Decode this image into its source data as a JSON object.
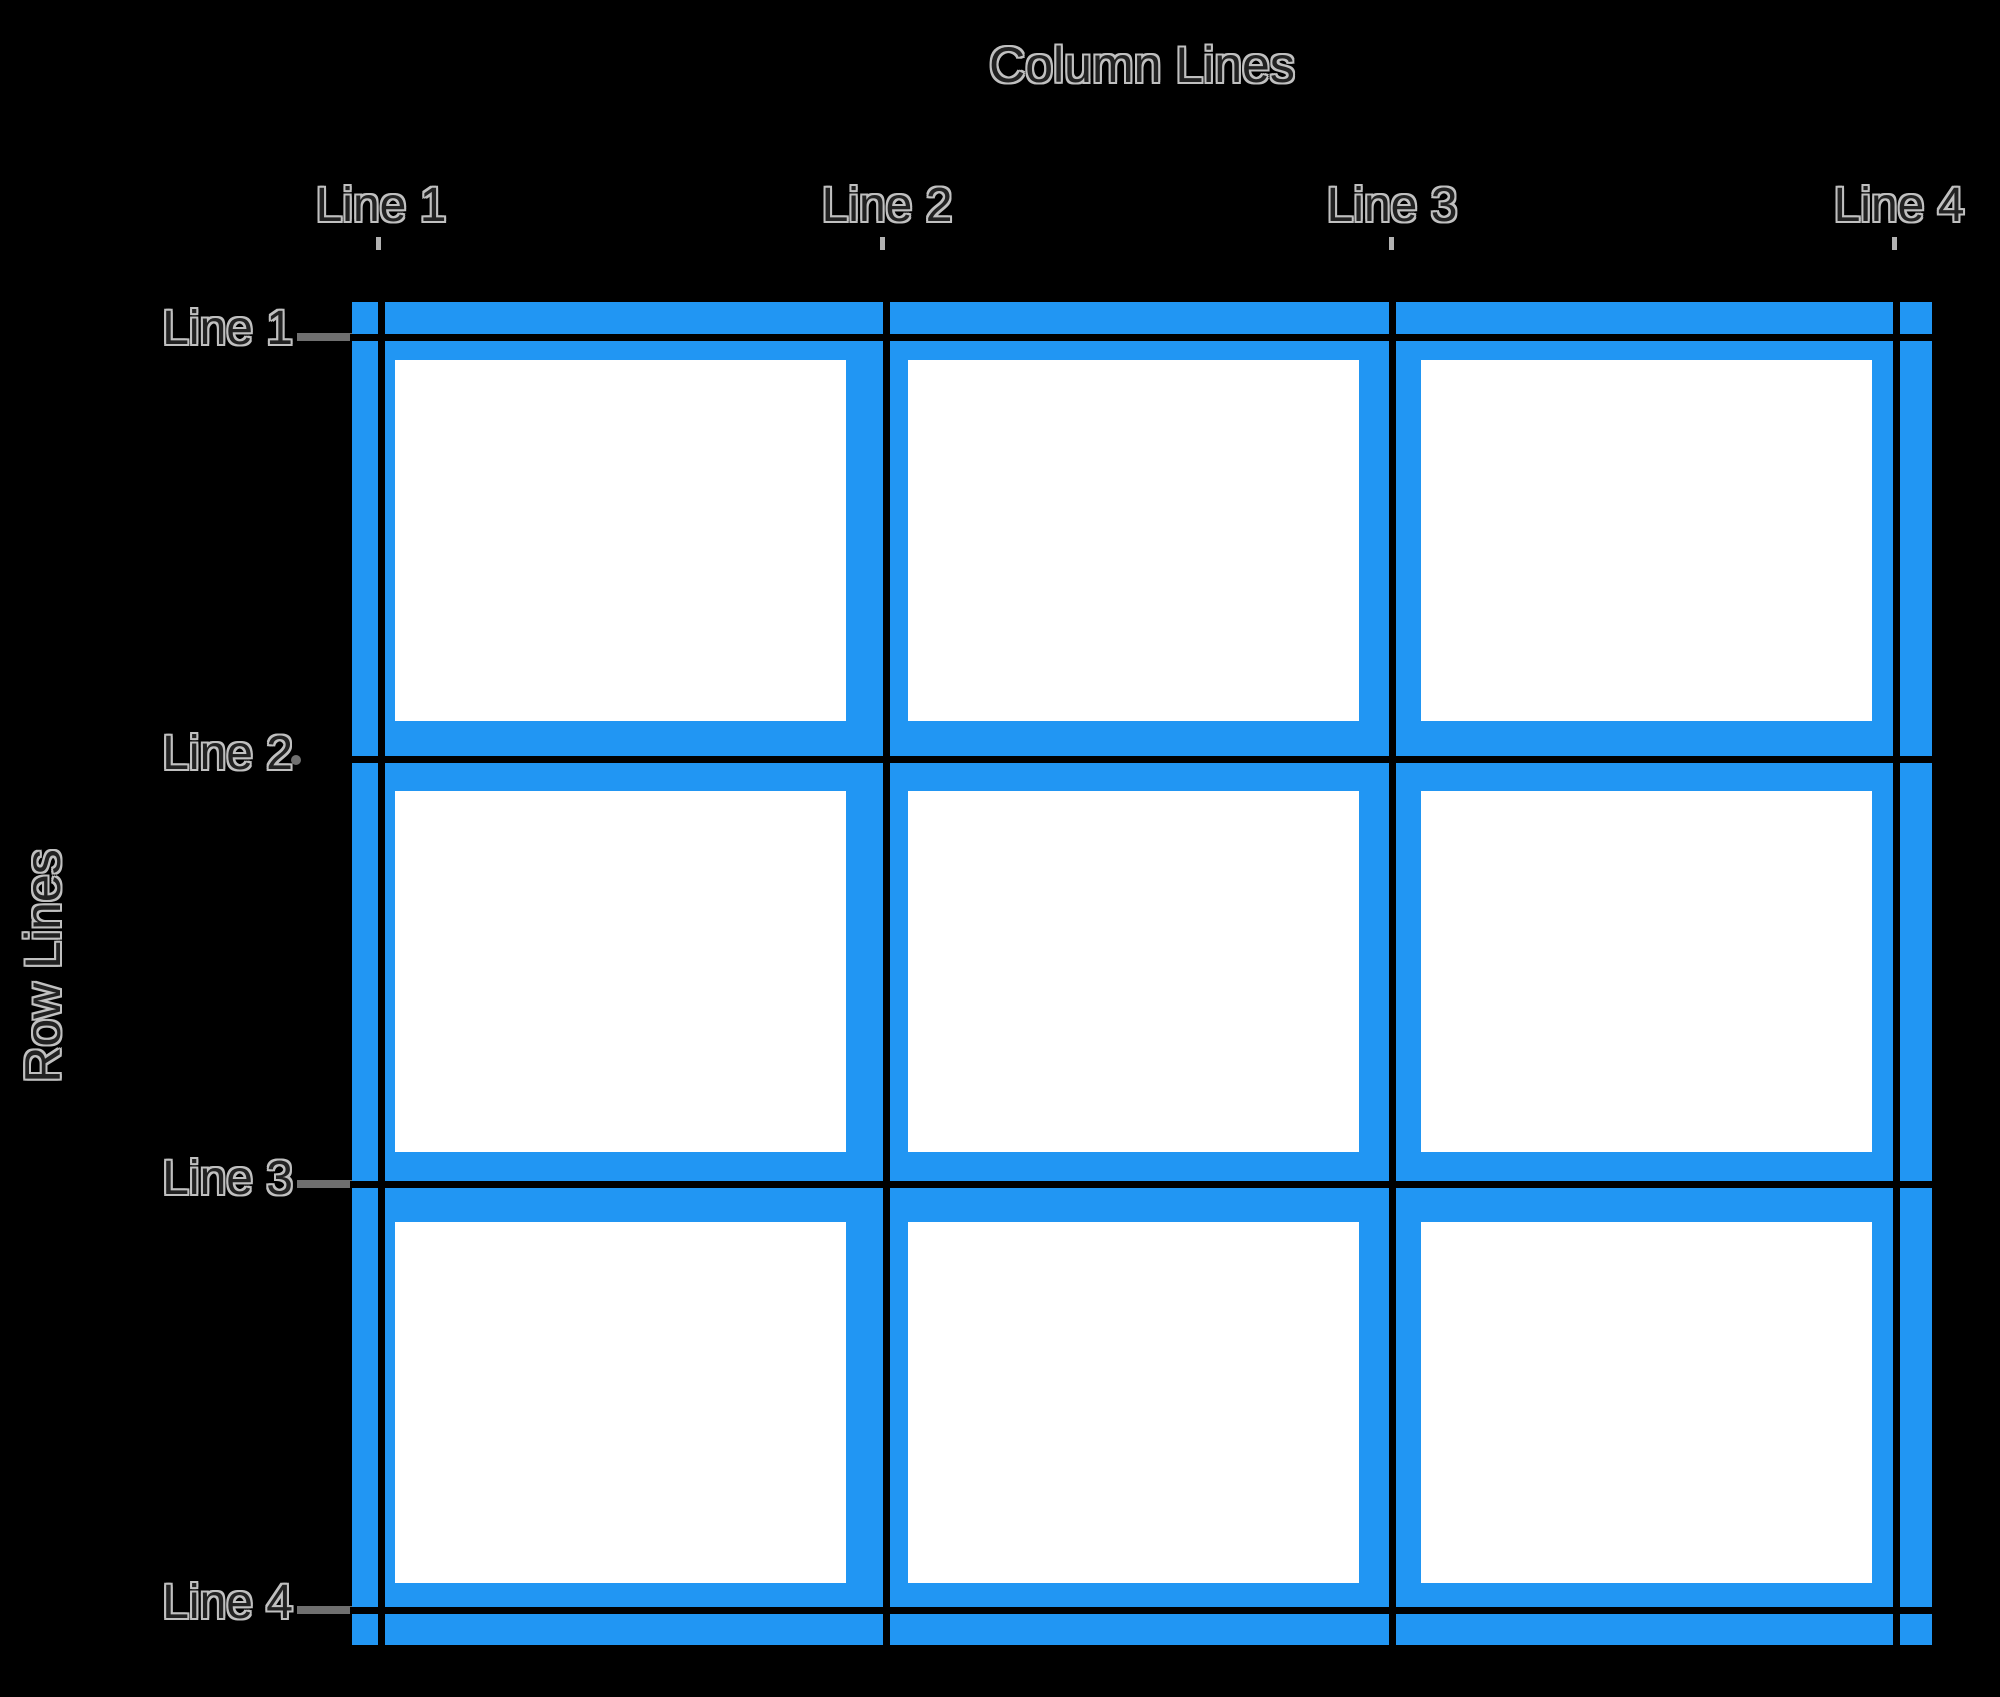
{
  "diagram": {
    "title": "Column Lines",
    "row_axis_title": "Row Lines",
    "column_labels": [
      "Line 1",
      "Line 2",
      "Line 3",
      "Line 4"
    ],
    "row_labels": [
      "Line 1",
      "Line 2",
      "Line 3",
      "Line 4"
    ],
    "grid": {
      "rows": 3,
      "columns": 3,
      "row_line_count": 4,
      "column_line_count": 4
    },
    "colors": {
      "canvas_background": "#000000",
      "grid_background": "#2196F3",
      "cell_fill": "#FFFFFF",
      "grid_line": "#000000",
      "label_halo": "#C0C0C0"
    }
  }
}
